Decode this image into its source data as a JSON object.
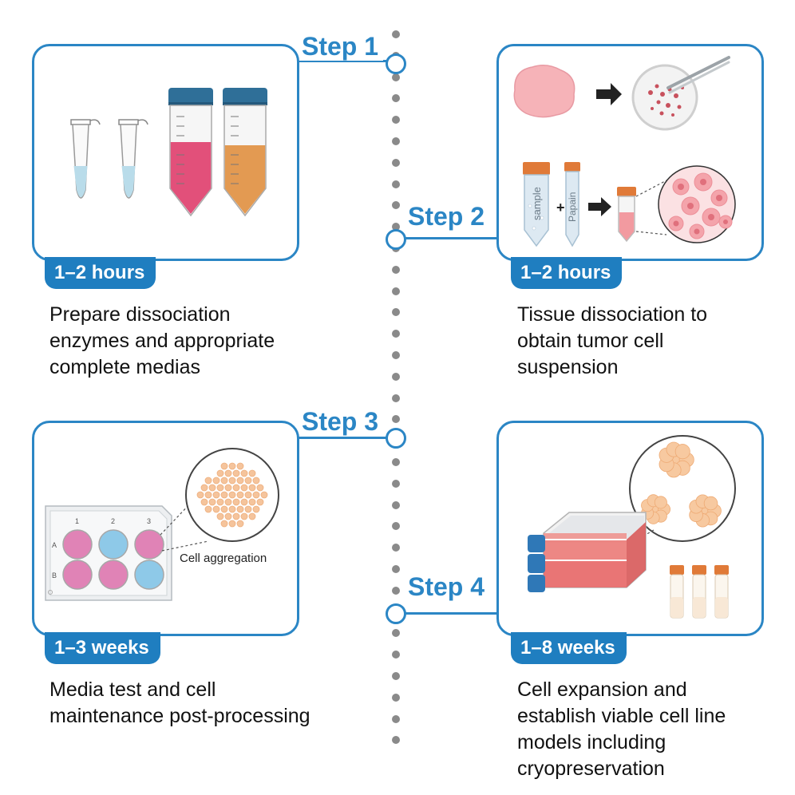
{
  "steps": [
    {
      "label": "Step 1",
      "duration": "1–2 hours",
      "description": "Prepare dissociation\nenzymes and appropriate\ncomplete medias",
      "icons": [
        "microcentrifuge-tube-icon",
        "conical-tube-icon"
      ]
    },
    {
      "label": "Step 2",
      "duration": "1–2 hours",
      "description": "Tissue dissociation to\nobtain tumor cell\nsuspension",
      "icons": [
        "tissue-icon",
        "petri-dish-icon",
        "arrow-right-icon",
        "conical-tube-icon",
        "cell-suspension-icon"
      ],
      "tube_labels": [
        "sample",
        "+",
        "Papain"
      ]
    },
    {
      "label": "Step 3",
      "duration": "1–3 weeks",
      "description": "Media test and cell\nmaintenance post-processing",
      "icons": [
        "well-plate-icon",
        "magnifier-circle-icon"
      ],
      "plate": {
        "columns": [
          "1",
          "2",
          "3"
        ],
        "rows": [
          "A",
          "B"
        ],
        "wells": [
          [
            "pink",
            "blue",
            "pink"
          ],
          [
            "pink",
            "pink",
            "blue"
          ]
        ]
      },
      "zoom_caption": "Cell aggregation"
    },
    {
      "label": "Step 4",
      "duration": "1–8 weeks",
      "description": "Cell expansion and\nestablish viable cell line\nmodels including\ncryopreservation",
      "icons": [
        "cell-culture-flask-icon",
        "cryovial-icon",
        "spheroid-icon"
      ]
    }
  ],
  "colors": {
    "accent": "#2b86c5",
    "badge": "#1f7ec0",
    "timeline_dots": "#8a8a8a",
    "media_pink": "#e2507a",
    "media_orange": "#e39a52",
    "liquid_blue": "#b9dcea",
    "well_pink": "#e083b6",
    "well_blue": "#8ec9e8"
  }
}
